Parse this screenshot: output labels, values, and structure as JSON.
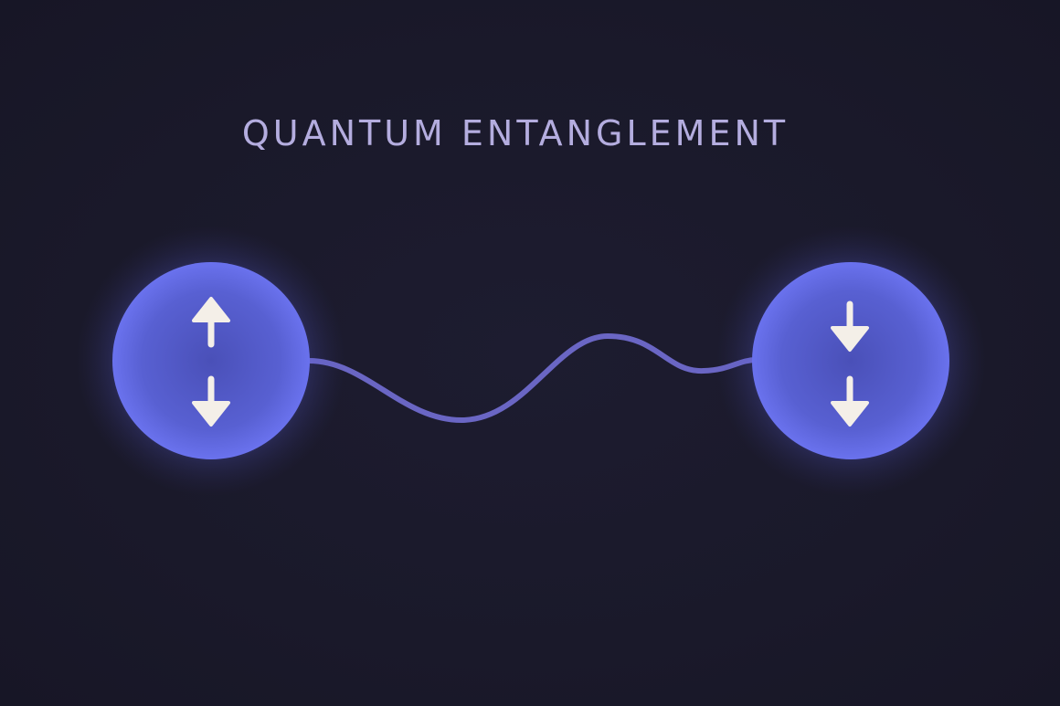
{
  "title": "QUANTUM ENTANGLEMENT",
  "colors": {
    "background": "#1b1a2b",
    "title": "#b4addf",
    "particle_fill": "#5b63d6",
    "particle_glow": "#6d74ff",
    "wave": "#6a66c4",
    "arrow": "#f4efe8"
  },
  "particles": [
    {
      "name": "left-particle",
      "arrows": [
        "up",
        "down"
      ]
    },
    {
      "name": "right-particle",
      "arrows": [
        "down",
        "down"
      ]
    }
  ],
  "icons": [
    "spin-up-arrow-icon",
    "spin-down-arrow-icon"
  ]
}
